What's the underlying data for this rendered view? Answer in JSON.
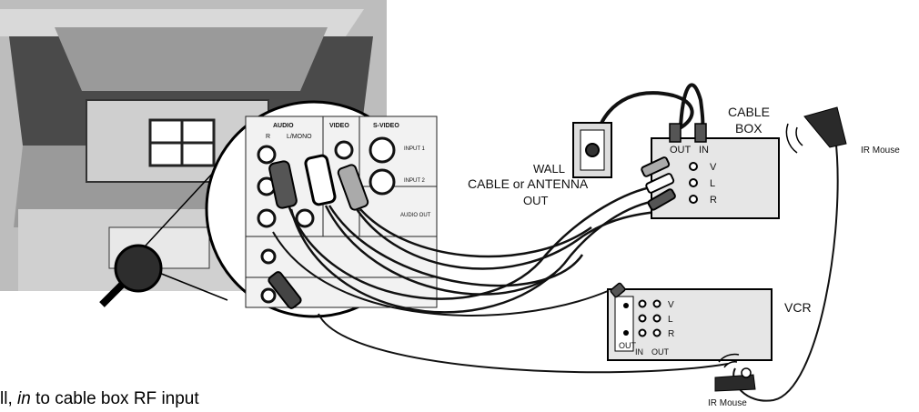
{
  "labels": {
    "cable_box_line1": "CABLE",
    "cable_box_line2": "BOX",
    "ir_mouse_top": "IR Mouse",
    "ir_mouse_bottom": "IR Mouse",
    "wall": "WALL",
    "cable_or_antenna": "CABLE or ANTENNA",
    "out": "OUT",
    "vcr": "VCR",
    "box_out": "OUT",
    "box_in": "IN",
    "box_v": "V",
    "box_l": "L",
    "box_r": "R",
    "vcr_v": "V",
    "vcr_l": "L",
    "vcr_r": "R",
    "vcr_out_rf": "OUT",
    "vcr_in": "IN",
    "vcr_out": "OUT",
    "panel_audio": "AUDIO",
    "panel_video": "VIDEO",
    "panel_svideo": "S-VIDEO",
    "panel_audio_out": "AUDIO OUT",
    "panel_r": "R",
    "panel_lmono": "L/MONO",
    "panel_input1": "INPUT 1",
    "panel_input2": "INPUT 2"
  },
  "caption": {
    "prefix": "ll,",
    "emphasis": "in",
    "suffix": "to cable box RF input"
  },
  "colors": {
    "background": "#ffffff",
    "tv_body": "#bdbdbd",
    "tv_dark": "#555555",
    "panel": "#f2f2f2",
    "device": "#e6e6e6",
    "cable": "#111111",
    "plug_white": "#ffffff",
    "plug_gray": "#555555",
    "plug_light": "#aaaaaa"
  }
}
